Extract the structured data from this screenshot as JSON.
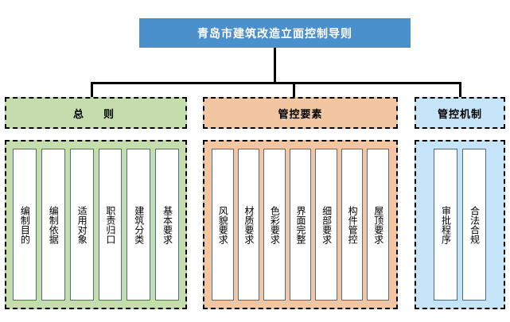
{
  "diagram": {
    "root": {
      "label": "青岛市建筑改造立面控制导则",
      "color": "#4a90cc"
    },
    "groups": [
      {
        "id": "general-principles",
        "header": "总　则",
        "color": "#c5dcac",
        "items": [
          {
            "label": "编制目的"
          },
          {
            "label": "编制依据"
          },
          {
            "label": "适用对象"
          },
          {
            "label": "职责归口"
          },
          {
            "label": "建筑分类"
          },
          {
            "label": "基本要求"
          }
        ]
      },
      {
        "id": "control-elements",
        "header": "管控要素",
        "color": "#f2c6a0",
        "items": [
          {
            "label": "风貌要求"
          },
          {
            "label": "材质要求"
          },
          {
            "label": "色彩要求"
          },
          {
            "label": "界面完整"
          },
          {
            "label": "细部要求"
          },
          {
            "label": "构件管控"
          },
          {
            "label": "屋顶要求"
          }
        ]
      },
      {
        "id": "control-mechanism",
        "header": "管控机制",
        "color": "#c5e4f7",
        "items": [
          {
            "label": "审批程序"
          },
          {
            "label": "合法合规"
          }
        ]
      }
    ]
  }
}
